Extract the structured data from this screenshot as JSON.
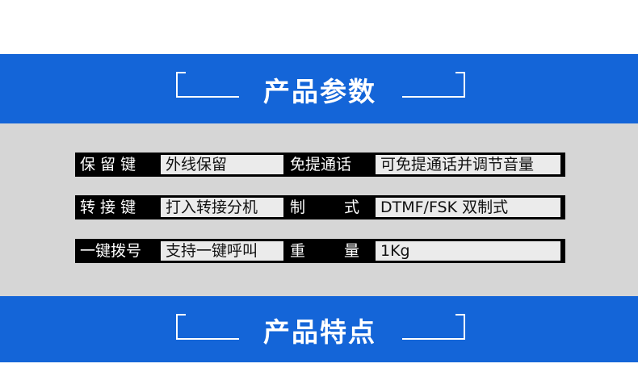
{
  "sections": [
    {
      "title": "产品参数"
    },
    {
      "title": "产品特点"
    }
  ],
  "specs": [
    {
      "label_a": "保 留 键",
      "value_a": "外线保留",
      "label_b": "免提通话",
      "value_b": "可免提通话并调节音量"
    },
    {
      "label_a": "转 接 键",
      "value_a": "打入转接分机",
      "label_b": "制 式",
      "value_b": "DTMF/FSK 双制式"
    },
    {
      "label_a": "一键拨号",
      "value_a": "支持一键呼叫",
      "label_b": "重 量",
      "value_b": "1Kg"
    }
  ],
  "colors": {
    "banner": "#1465d8",
    "band": "#d6d6d6",
    "row": "#000000",
    "value_bg": "#ebebeb"
  }
}
